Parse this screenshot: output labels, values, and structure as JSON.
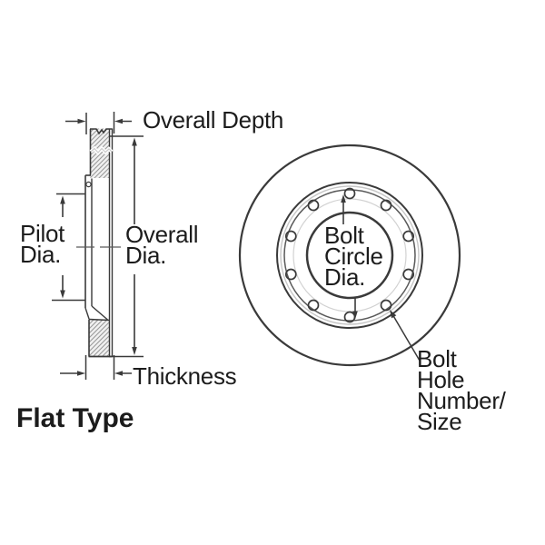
{
  "title": "Flat Type",
  "section_labels": {
    "overall_depth": "Overall Depth",
    "pilot_dia_line1": "Pilot",
    "pilot_dia_line2": "Dia.",
    "overall_dia_line1": "Overall",
    "overall_dia_line2": "Dia.",
    "thickness": "Thickness"
  },
  "front_labels": {
    "bolt_circle_line1": "Bolt",
    "bolt_circle_line2": "Circle",
    "bolt_circle_line3": "Dia.",
    "bolt_hole_line1": "Bolt",
    "bolt_hole_line2": "Hole",
    "bolt_hole_line3": "Number/",
    "bolt_hole_line4": "Size"
  },
  "diagram": {
    "bolt_hole_count": 10,
    "ink_color": "#3a3a3a",
    "text_color": "#1c1c1c",
    "hatch_color": "#9a9a9a"
  }
}
